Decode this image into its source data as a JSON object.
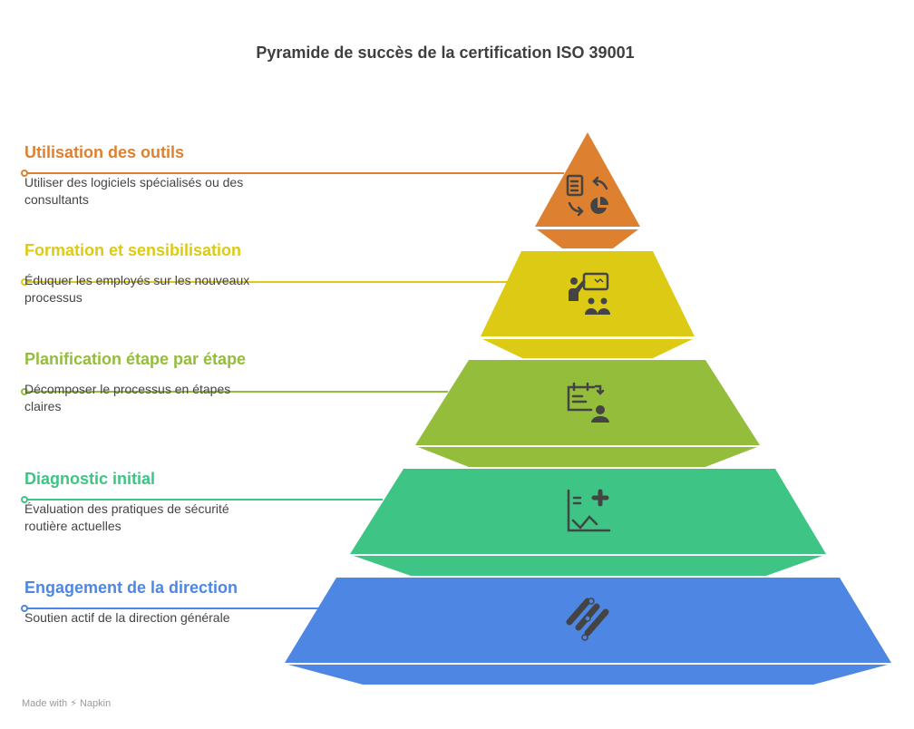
{
  "title": "Pyramide de succès de la certification ISO 39001",
  "levels": [
    {
      "heading": "Utilisation des outils",
      "description": "Utiliser des logiciels spécialisés ou des consultants",
      "color": "#DD8130",
      "icon": "tools-exchange-icon"
    },
    {
      "heading": "Formation et sensibilisation",
      "description": "Éduquer les employés sur les nouveaux processus",
      "color": "#DDCA14",
      "icon": "training-presentation-icon"
    },
    {
      "heading": "Planification étape par étape",
      "description": "Décomposer le processus en étapes claires",
      "color": "#93BD3A",
      "icon": "planning-calendar-person-icon"
    },
    {
      "heading": "Diagnostic initial",
      "description": "Évaluation des pratiques de sécurité routière actuelles",
      "color": "#3EC484",
      "icon": "chart-plus-icon"
    },
    {
      "heading": "Engagement de la direction",
      "description": "Soutien actif de la direction générale",
      "color": "#4D86E3",
      "icon": "commitment-bars-icon"
    }
  ],
  "footer": "Made with ⚡ Napkin"
}
